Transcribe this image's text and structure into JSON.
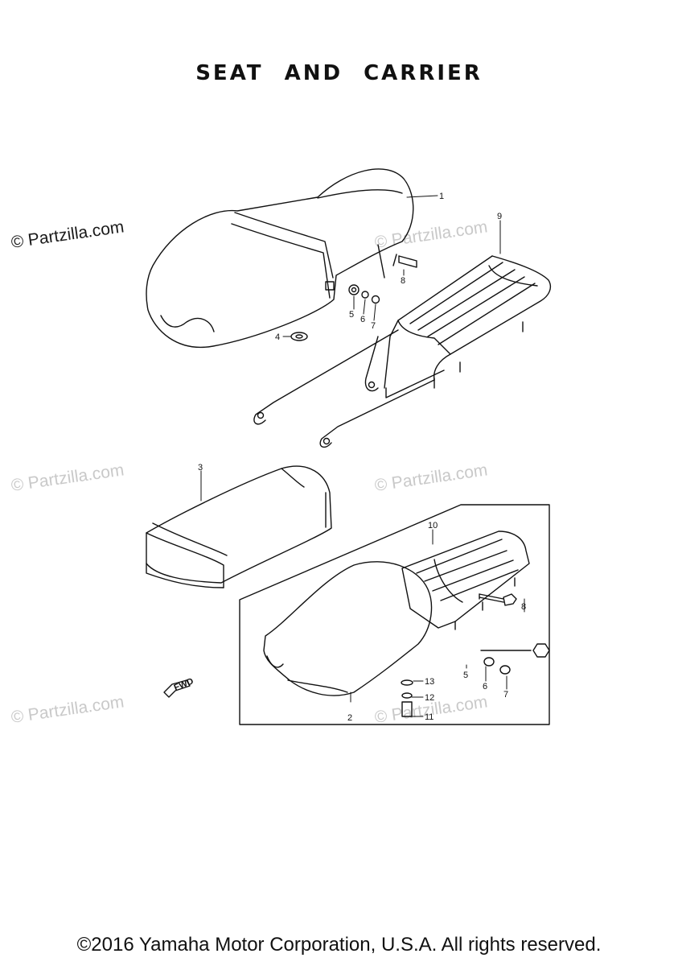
{
  "title": "SEAT AND CARRIER",
  "copyright": "©2016 Yamaha Motor Corporation, U.S.A. All rights reserved.",
  "watermark": "© Partzilla.com",
  "fwd_label": "FWD",
  "callouts": {
    "c1": "1",
    "c2": "2",
    "c3": "3",
    "c4": "4",
    "c5a": "5",
    "c6a": "6",
    "c7a": "7",
    "c8a": "8",
    "c9": "9",
    "c10": "10",
    "c8b": "8",
    "c5b": "5",
    "c6b": "6",
    "c7b": "7",
    "c11": "11",
    "c12": "12",
    "c13": "13"
  }
}
